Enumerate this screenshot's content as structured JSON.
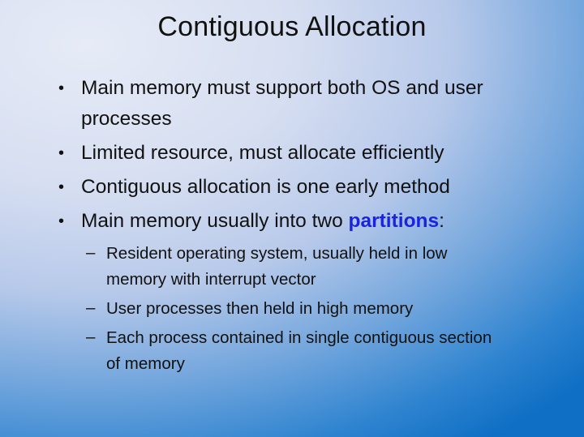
{
  "slide": {
    "title": "Contiguous Allocation",
    "bullets": [
      {
        "text": "Main memory must support both OS and user processes"
      },
      {
        "text": "Limited resource, must allocate efficiently"
      },
      {
        "text": "Contiguous allocation is one early method"
      },
      {
        "text_before": "Main memory usually into two ",
        "highlight": "partitions",
        "text_after": ":"
      }
    ],
    "sub_bullets": [
      {
        "text": "Resident operating system, usually held in low memory with interrupt vector"
      },
      {
        "text": "User processes then held in high memory"
      },
      {
        "text": "Each process contained in single contiguous section of memory"
      }
    ],
    "bullet_glyph": "•",
    "dash_glyph": "–",
    "highlight_color": "#1c23e0"
  }
}
